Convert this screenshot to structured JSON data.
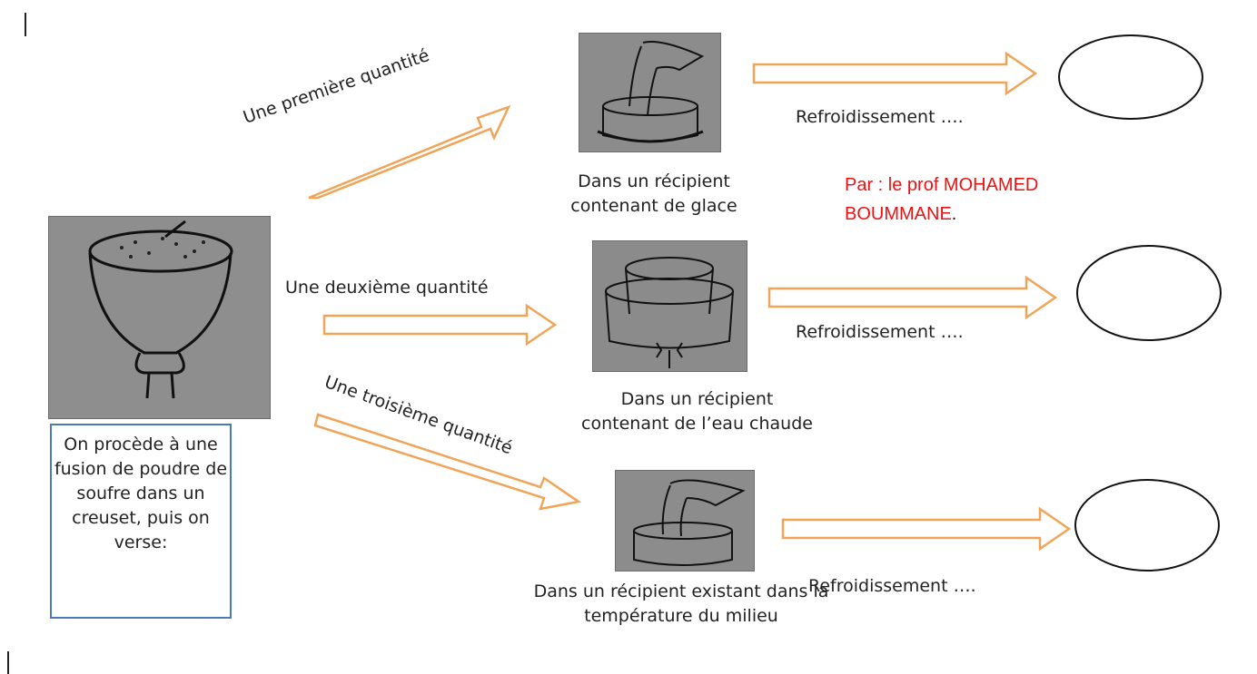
{
  "source": {
    "description": "On procède à une fusion de poudre de soufre dans un creuset, puis on verse:"
  },
  "quantities": [
    "Une première quantité",
    "Une deuxième quantité",
    "Une troisième quantité"
  ],
  "containers": [
    "Dans un récipient contenant de glace",
    "Dans un récipient contenant de l’eau chaude",
    "Dans un récipient existant dans la température du milieu"
  ],
  "cooling_label": "Refroidissement ….",
  "author": {
    "text": "Par : le prof MOHAMED BOUMMANE",
    "punct": "."
  },
  "colors": {
    "arrow_outline": "#f0a458",
    "author_text": "#ee1111",
    "box_border": "#4a7ab8"
  }
}
